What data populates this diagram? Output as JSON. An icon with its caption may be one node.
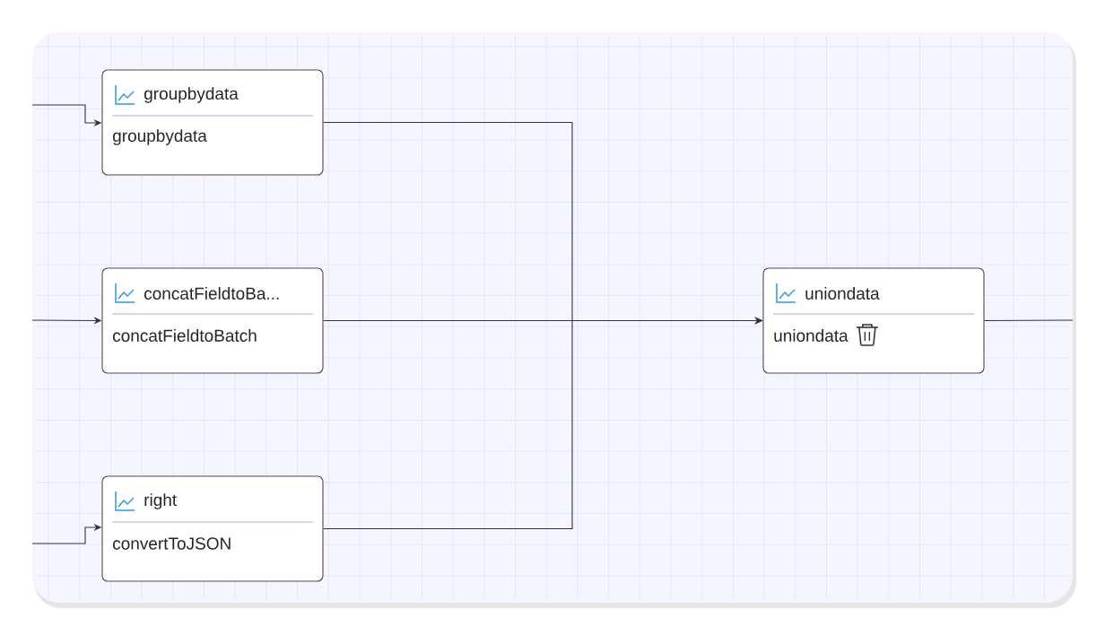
{
  "diagram": {
    "nodes": [
      {
        "text": [
          "groupbydata",
          "groupbydata"
        ]
      },
      {
        "text": [
          "concatFieldtoBa...",
          "concatFieldtoBatch"
        ]
      },
      {
        "text": [
          "right",
          "convertToJSON"
        ]
      },
      {
        "text": [
          "uniondata",
          "uniondata"
        ]
      }
    ],
    "edges": [
      {
        "from": null,
        "to": 0,
        "arrow": "to"
      },
      {
        "from": null,
        "to": 1,
        "arrow": "to"
      },
      {
        "from": null,
        "to": 2,
        "arrow": "to"
      },
      {
        "from": 0,
        "to": 3,
        "arrow": "to"
      },
      {
        "from": 1,
        "to": 3,
        "arrow": "to"
      },
      {
        "from": 2,
        "to": 3,
        "arrow": "to"
      },
      {
        "from": 3,
        "to": null,
        "arrow": "none"
      }
    ]
  }
}
